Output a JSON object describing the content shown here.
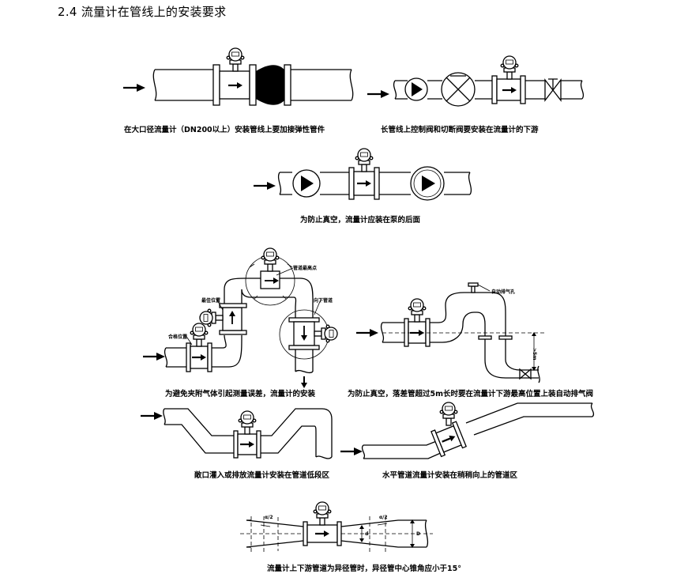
{
  "section": {
    "title": "2.4 流量计在管线上的安装要求"
  },
  "captions": {
    "fig1": "在大口径流量计（DN200以上）安装管线上要加接弹性管件",
    "fig2": "长管线上控制阀和切断阀要安装在流量计的下游",
    "fig3": "为防止真空，流量计应装在泵的后面",
    "fig4": "为避免夹附气体引起测量误差，流量计的安装",
    "fig5": "为防止真空，落差管超过5m长时要在流量计下游最高位置上装自动排气阀",
    "fig6": "敞口灌入或排放流量计安装在管道低段区",
    "fig7": "水平管道流量计安装在稍稍向上的管道区",
    "fig8": "流量计上下游管道为异径管时，异径管中心锥角应小于15°"
  },
  "labels": {
    "pipe_highest_point": "管道最高点",
    "good_position1": "最佳位置",
    "good_position2": "合格位置",
    "down_pipe": "向下管道",
    "auto_vent": "自动排气孔",
    "height_5m": ">5m",
    "a2_left": "α/2",
    "a2_right": "α/2",
    "d_small": "d",
    "d_big": "D"
  }
}
